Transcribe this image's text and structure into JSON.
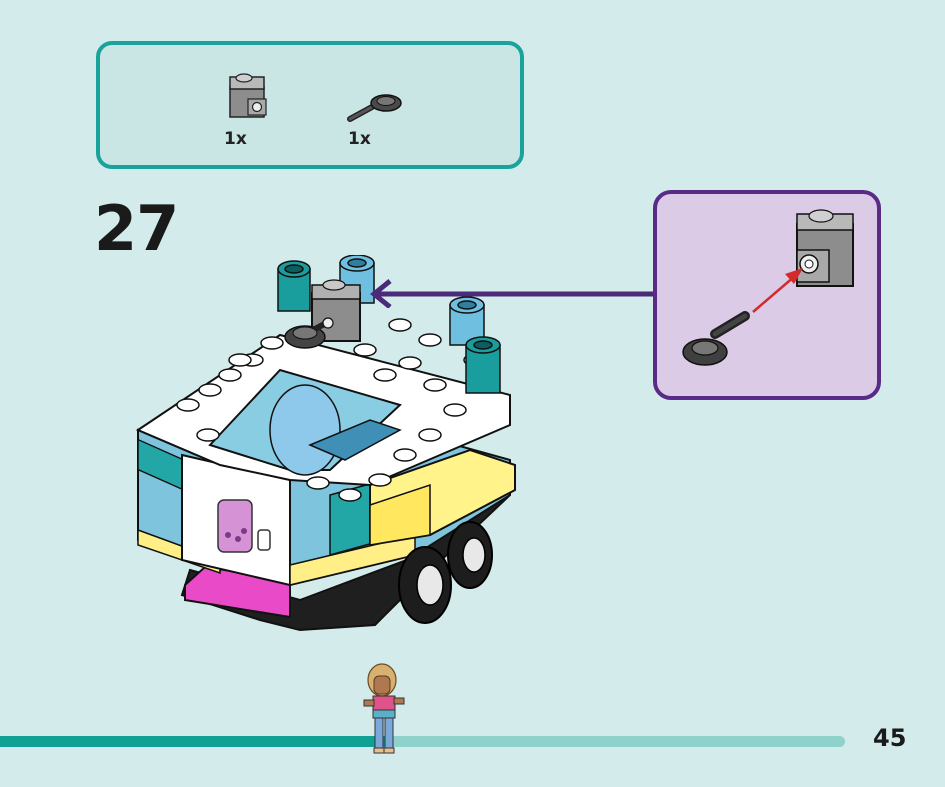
{
  "parts_list": {
    "items": [
      {
        "icon": "grey-bracket-brick-icon",
        "qty": "1x"
      },
      {
        "icon": "black-bar-with-clip-icon",
        "qty": "1x"
      }
    ]
  },
  "step": {
    "number": "27"
  },
  "callout": {
    "icon": "attach-bar-to-bracket-icon"
  },
  "progress": {
    "fraction": 0.46
  },
  "page": {
    "number": "45"
  },
  "colors": {
    "background": "#d3ebea",
    "parts_border": "#1aa39a",
    "callout_border": "#5a2b86",
    "callout_fill": "#dccbe6",
    "progress_fill": "#10a094",
    "progress_track": "#8fd2cc",
    "arrow": "#4b2a7a",
    "insert_arrow": "#d42a2a"
  }
}
